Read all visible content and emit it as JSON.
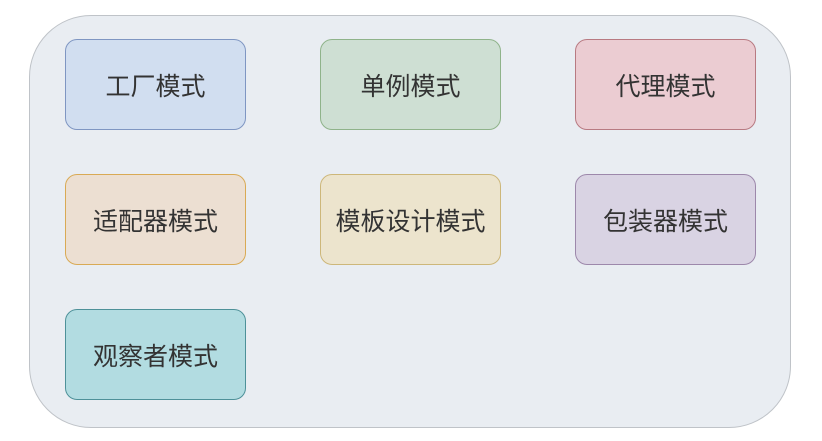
{
  "diagram": {
    "container": {
      "background": "#e9edf2",
      "border": "#bfc3c8"
    },
    "nodes": [
      {
        "label": "工厂模式",
        "fill": "#d1def0",
        "stroke": "#7f96c2",
        "col": 1,
        "row": 1
      },
      {
        "label": "单例模式",
        "fill": "#cedfd3",
        "stroke": "#8fb38a",
        "col": 2,
        "row": 1
      },
      {
        "label": "代理模式",
        "fill": "#ebccd2",
        "stroke": "#b87a82",
        "col": 3,
        "row": 1
      },
      {
        "label": "适配器模式",
        "fill": "#ecdfd2",
        "stroke": "#d9aa55",
        "col": 1,
        "row": 2
      },
      {
        "label": "模板设计模式",
        "fill": "#ece4cd",
        "stroke": "#cdb77a",
        "col": 2,
        "row": 2
      },
      {
        "label": "包装器模式",
        "fill": "#d9d3e3",
        "stroke": "#9d88ab",
        "col": 3,
        "row": 2
      },
      {
        "label": "观察者模式",
        "fill": "#b2dce1",
        "stroke": "#4e9199",
        "col": 1,
        "row": 3
      }
    ]
  }
}
